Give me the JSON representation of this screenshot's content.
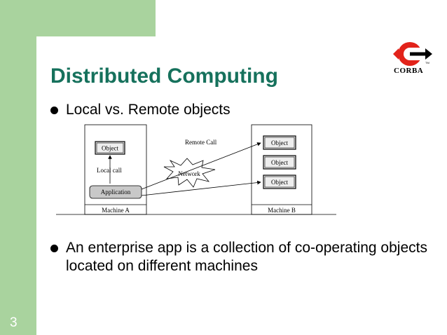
{
  "slide": {
    "number": "3",
    "title": "Distributed Computing",
    "bullets": [
      "Local vs. Remote objects",
      "An enterprise app is a collection of co-operating objects located on different machines"
    ]
  },
  "logo": {
    "text": "CORBA",
    "tm": "TM"
  },
  "diagram": {
    "local_object": "Object",
    "local_call": "Local call",
    "application": "Application",
    "remote_call": "Remote Call",
    "network": "Network",
    "remote_objects": [
      "Object",
      "Object",
      "Object"
    ],
    "machine_a": "Machine A",
    "machine_b": "Machine B"
  },
  "colors": {
    "accent_green": "#a9d39e",
    "title_green": "#16715c",
    "logo_red": "#e2231a"
  }
}
